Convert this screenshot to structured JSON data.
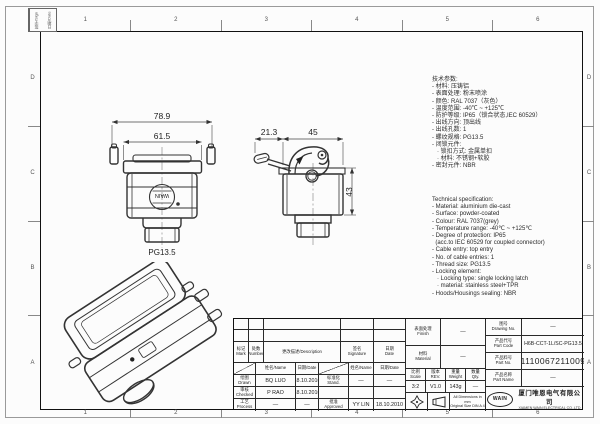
{
  "frame": {
    "zones_top": [
      "1",
      "2",
      "3",
      "4",
      "5",
      "6"
    ],
    "zones_bottom": [
      "1",
      "2",
      "3",
      "4",
      "5",
      "6"
    ],
    "zones_left": [
      "D",
      "C",
      "B",
      "A"
    ],
    "zones_right": [
      "D",
      "C",
      "B",
      "A"
    ],
    "corner_stamp": [
      "签字/Sign",
      "日期/Date"
    ]
  },
  "views": {
    "front": {
      "dim_outer": "78.9",
      "dim_inner": "61.5",
      "thread": "PG13.5",
      "logo": "WAIN"
    },
    "side": {
      "dim_offset": "21.3",
      "dim_width": "45",
      "dim_height": "43"
    }
  },
  "specs_cn": [
    "技术参数:",
    "- 材料: 压铸铝",
    "- 表面处理: 粉末喷涂",
    "- 颜色: RAL 7037（灰色）",
    "- 温度范围: -40℃ ~ +125℃",
    "- 防护等级: IP65（锁合状态,IEC 60529）",
    "- 出线方向: 顶出线",
    "- 出线孔数: 1",
    "- 螺纹规格: PG13.5",
    "- 闭锁元件:",
    "   · 锁扣方式: 金属单扣",
    "   · 材料: 不锈钢+软胶",
    "- 密封元件: NBR"
  ],
  "specs_en": [
    "Technical specification:",
    "- Material: aluminium die-cast",
    "- Surface: powder-coated",
    "- Colour: RAL 7037(grey)",
    "- Temperature range: -40℃ ~ +125℃",
    "- Degree of protection: IP65",
    "  (acc.to IEC 60529 for coupled connector)",
    "- Cable entry: top entry",
    "- No. of cable entries: 1",
    "- Thread size: PG13.5",
    "- Locking element:",
    "   · Locking type: single locking latch",
    "   · material: stainless steel+TPR",
    "- Hoods/Housings sealing: NBR"
  ],
  "tb": {
    "mark": "标记\nMark",
    "number": "处数\nNumber",
    "description": "更改描述/Description",
    "signature": "签名\nSignature",
    "date": "日期\nDate",
    "name_hdr": "姓名/Name",
    "date_hdr": "日期/Date",
    "drawn": "绘图\nDrawn",
    "drawn_name": "BQ LUO",
    "drawn_date": "18.10.2010",
    "checked": "审核\nChecked",
    "checked_name": "P RAO",
    "checked_date": "18.10.2010",
    "process": "工艺\nProcess",
    "process_name": "—",
    "process_date": "—",
    "stand": "标准化\nStand.",
    "stand_name": "—",
    "stand_date": "—",
    "approved": "批准\nApproved",
    "approved_name": "YY LIN",
    "approved_date": "18.10.2010",
    "finish": "表面处理\nFinish",
    "finish_val": "—",
    "material": "材料\nMaterial",
    "material_val": "—",
    "scale": "比例\nScale",
    "scale_val": "3:2",
    "rev": "版本\nREV.",
    "rev_val": "V1.0",
    "weight": "重量\nWeight",
    "weight_val": "143g",
    "qty": "数量\nQty.",
    "qty_val": "—",
    "note": "All Dimensions in mm\nOriginal Size DIN A 4",
    "drawing_no": "图号\nDrawing No.",
    "drawing_no_val": "—",
    "part_code": "产品代号\nPart Code",
    "part_code_val": "H6B-CCT-1L/SC-PG13.5",
    "part_no": "产品料号\nPart No.",
    "part_no_val": "1110067211009",
    "part_name": "产品名称\nPart Name",
    "part_name_val": "—",
    "company_logo": "WAIN",
    "company_cn": "厦门唯恩电气有限公司",
    "company_en": "XIAMEN WAIN ELECTRICAL CO.,LTD"
  }
}
